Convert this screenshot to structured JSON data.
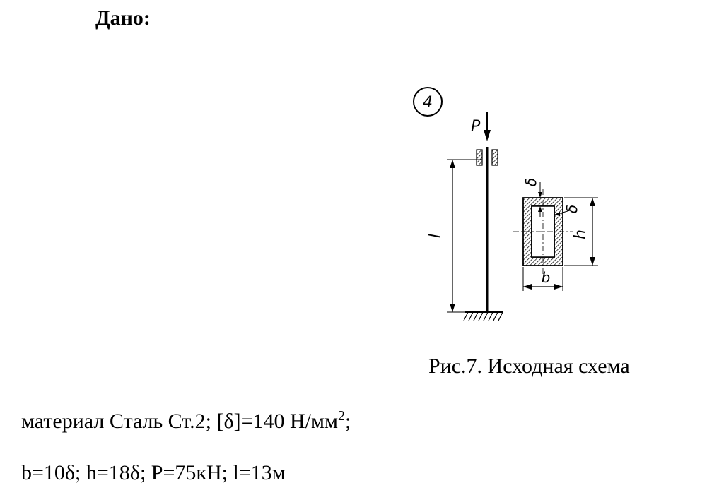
{
  "document": {
    "heading": "Дано:",
    "figure": {
      "number": "4",
      "label_P": "P",
      "label_l": "l",
      "label_delta_top": "δ",
      "label_delta_side": "δ",
      "label_h": "h",
      "label_b": "b"
    },
    "caption": "Рис.7. Исходная схема",
    "material_line": {
      "text": "материал Сталь Ст.2; [δ]=140 Н/мм",
      "superscript": "2",
      "suffix": ";"
    },
    "params_line": "b=10δ; h=18δ; P=75кН; l=13м"
  }
}
